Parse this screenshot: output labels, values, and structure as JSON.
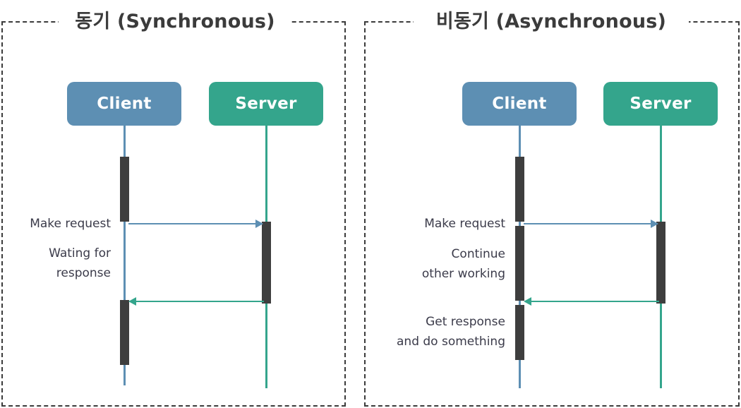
{
  "diagram": {
    "type": "sequence-diagram",
    "panels": [
      {
        "id": "synchronous",
        "title": "동기 (Synchronous)",
        "actors": [
          {
            "id": "client",
            "label": "Client",
            "color": "#5d8fb3"
          },
          {
            "id": "server",
            "label": "Server",
            "color": "#34a58c"
          }
        ],
        "messages": [
          {
            "id": "make-request",
            "label": "Make request",
            "direction": "client-to-server",
            "color": "#5d8fb3"
          },
          {
            "id": "waiting",
            "label": "Wating for\nresponse",
            "direction": "none",
            "color": "#3b3b4a"
          },
          {
            "id": "response",
            "label": "",
            "direction": "server-to-client",
            "color": "#34a58c"
          }
        ]
      },
      {
        "id": "asynchronous",
        "title": "비동기 (Asynchronous)",
        "actors": [
          {
            "id": "client",
            "label": "Client",
            "color": "#5d8fb3"
          },
          {
            "id": "server",
            "label": "Server",
            "color": "#34a58c"
          }
        ],
        "messages": [
          {
            "id": "make-request",
            "label": "Make request",
            "direction": "client-to-server",
            "color": "#5d8fb3"
          },
          {
            "id": "continue",
            "label": "Continue\nother working",
            "direction": "none",
            "color": "#3b3b4a"
          },
          {
            "id": "response",
            "label": "Get response\nand do something",
            "direction": "server-to-client",
            "color": "#34a58c"
          }
        ]
      }
    ],
    "colors": {
      "client": "#5d8fb3",
      "server": "#34a58c",
      "activation": "#3e3e3e",
      "border": "#3b3b3b",
      "text": "#3b3b4a",
      "background": "#ffffff"
    }
  }
}
